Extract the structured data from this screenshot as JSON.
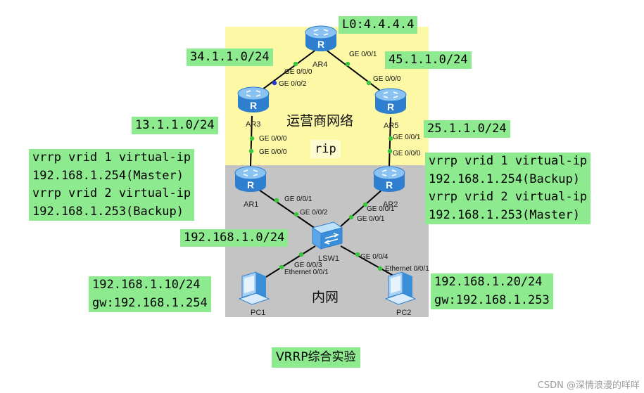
{
  "title": "VRRP综合实验",
  "watermark": "CSDN @深情浪漫的咩咩",
  "zones": {
    "isp": "运营商网络",
    "protocol": "rip",
    "lan": "内网"
  },
  "routers": {
    "ar1": "AR1",
    "ar2": "AR2",
    "ar3": "AR3",
    "ar4": "AR4",
    "ar5": "AR5"
  },
  "switch": "LSW1",
  "pcs": {
    "pc1": "PC1",
    "pc2": "PC2"
  },
  "ports": {
    "ar4_ge000": "GE 0/0/0",
    "ar4_ge001": "GE 0/0/1",
    "ar3_ge002": "GE 0/0/2",
    "ar5_ge000": "GE 0/0/0",
    "ar3_ge000": "GE 0/0/0",
    "ar1_ge000": "GE 0/0/0",
    "ar5_ge001": "GE 0/0/1",
    "ar2_ge000": "GE 0/0/0",
    "ar1_ge001": "GE 0/0/1",
    "lsw_ge002": "GE 0/0/2",
    "ar2_ge001": "GE 0/0/1",
    "lsw_ge001": "GE 0/0/1",
    "lsw_ge003": "GE 0/0/3",
    "pc1_eth": "Ethernet 0/0/1",
    "lsw_ge004": "GE 0/0/4",
    "pc2_eth": "Ethernet 0/0/1"
  },
  "networks": {
    "loopback": "L0:4.4.4.4",
    "net34": "34.1.1.0/24",
    "net45": "45.1.1.0/24",
    "net13": "13.1.1.0/24",
    "net25": "25.1.1.0/24",
    "lan": "192.168.1.0/24"
  },
  "vrrp": {
    "ar1": [
      "vrrp vrid 1 virtual-ip",
      "192.168.1.254(Master)",
      "vrrp vrid 2 virtual-ip",
      "192.168.1.253(Backup)"
    ],
    "ar2": [
      "vrrp vrid 1 virtual-ip",
      "192.168.1.254(Backup)",
      "vrrp vrid 2 virtual-ip",
      "192.168.1.253(Master)"
    ]
  },
  "hosts": {
    "pc1": [
      "192.168.1.10/24",
      "gw:192.168.1.254"
    ],
    "pc2": [
      "192.168.1.20/24",
      "gw:192.168.1.253"
    ]
  },
  "colors": {
    "label_bg": "#8eea8e",
    "isp_zone": "#fcf8a6",
    "lan_zone": "#c4c4c4",
    "router_blue": "#3b8fd9",
    "port_up": "#3cc63c",
    "port_blue": "#1f3fd6"
  }
}
